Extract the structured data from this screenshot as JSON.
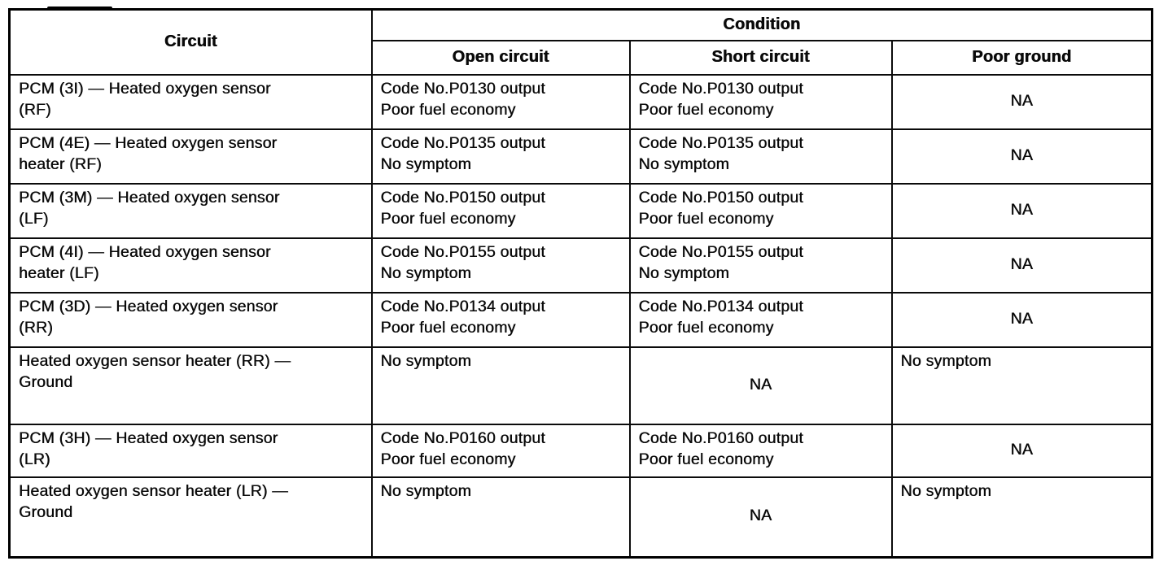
{
  "table": {
    "columns": {
      "circuit": "Circuit",
      "condition": "Condition",
      "subcolumns": [
        "Open circuit",
        "Short circuit",
        "Poor ground"
      ]
    },
    "rows": [
      {
        "circuit": "PCM (3I) — Heated oxygen sensor\n(RF)",
        "open_circuit": "Code No.P0130 output\nPoor fuel economy",
        "short_circuit": "Code No.P0130 output\nPoor fuel economy",
        "poor_ground": "NA"
      },
      {
        "circuit": "PCM (4E) — Heated oxygen sensor\nheater (RF)",
        "open_circuit": "Code No.P0135 output\nNo symptom",
        "short_circuit": "Code No.P0135 output\nNo symptom",
        "poor_ground": "NA"
      },
      {
        "circuit": "PCM (3M) — Heated oxygen sensor\n(LF)",
        "open_circuit": "Code No.P0150 output\nPoor fuel economy",
        "short_circuit": "Code No.P0150 output\nPoor fuel economy",
        "poor_ground": "NA"
      },
      {
        "circuit": "PCM (4I) — Heated oxygen sensor\nheater (LF)",
        "open_circuit": "Code No.P0155 output\nNo symptom",
        "short_circuit": "Code No.P0155 output\nNo symptom",
        "poor_ground": "NA"
      },
      {
        "circuit": "PCM (3D) — Heated oxygen sensor\n(RR)",
        "open_circuit": "Code No.P0134 output\nPoor fuel economy",
        "short_circuit": "Code No.P0134 output\nPoor fuel economy",
        "poor_ground": "NA"
      },
      {
        "circuit": "Heated oxygen sensor heater  (RR) —\nGround",
        "open_circuit": "No symptom",
        "short_circuit": "NA",
        "poor_ground": "No symptom"
      },
      {
        "circuit": "PCM (3H) — Heated oxygen sensor\n(LR)",
        "open_circuit": "Code No.P0160 output\nPoor fuel economy",
        "short_circuit": "Code No.P0160 output\nPoor fuel economy",
        "poor_ground": "NA"
      },
      {
        "circuit": "Heated oxygen sensor heater  (LR) —\nGround",
        "open_circuit": "No symptom",
        "short_circuit": "NA",
        "poor_ground": "No symptom"
      }
    ]
  }
}
